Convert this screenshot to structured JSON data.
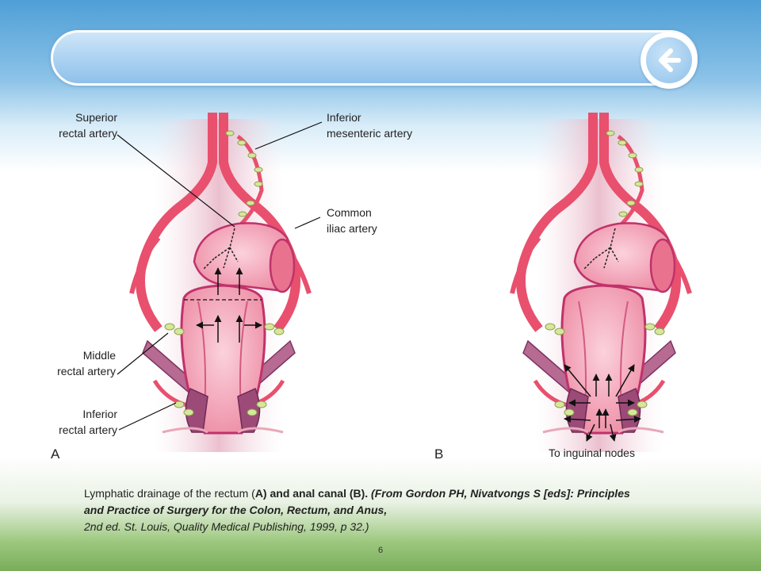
{
  "slide": {
    "page_number": "6",
    "back_button_icon": "arrow-left-icon"
  },
  "figure": {
    "labels": {
      "superior_1": "Superior",
      "superior_2": "rectal artery",
      "inferior_mes_1": "Inferior",
      "inferior_mes_2": "mesenteric artery",
      "common_1": "Common",
      "common_2": "iliac artery",
      "middle_1": "Middle",
      "middle_2": "rectal artery",
      "inferior_rect_1": "Inferior",
      "inferior_rect_2": "rectal artery",
      "panel_a": "A",
      "panel_b": "B",
      "inguinal": "To inguinal nodes"
    },
    "caption": {
      "part1": "Lymphatic drainage of the rectum (",
      "part2": "A) and anal canal (B).",
      "part3": " (From Gordon PH, Nivatvongs S [eds]: Principles and Practice of Surgery for the Colon, Rectum, and Anus,",
      "part4": "2nd ed. St. Louis, Quality Medical Publishing, 1999, p 32.)"
    }
  },
  "colors": {
    "artery": "#e8506e",
    "rectum": "#f5a5b5",
    "rectum_dark": "#c0326a",
    "muscle": "#a8507e",
    "lymph": "#cbe08a"
  }
}
